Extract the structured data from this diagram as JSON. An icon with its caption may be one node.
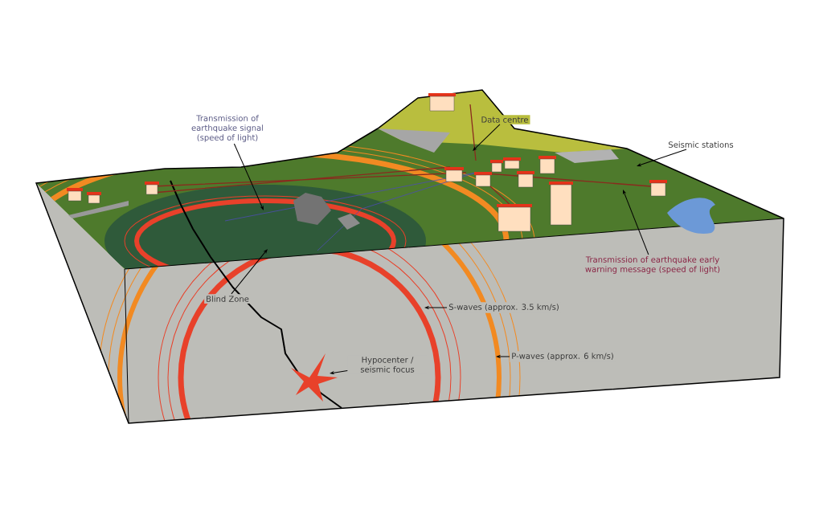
{
  "diagram": {
    "nodes": [
      {
        "text": [
          "Transmission of earthquake signal (speed of light)"
        ]
      },
      {
        "text": [
          "Data centre"
        ]
      },
      {
        "text": [
          "Seismic stations"
        ]
      },
      {
        "text": [
          "Transmission of earthquake early warning message (speed of light)"
        ]
      },
      {
        "text": [
          "Blind Zone"
        ]
      },
      {
        "text": [
          "S-waves (approx. 3.5 km/s)"
        ]
      },
      {
        "text": [
          "Hypocenter / seismic focus"
        ]
      },
      {
        "text": [
          "P-waves (approx. 6 km/s)"
        ]
      }
    ],
    "edges": [
      {
        "from": 0,
        "to": null,
        "arrow": "to"
      },
      {
        "from": 1,
        "to": null,
        "arrow": "to"
      },
      {
        "from": 2,
        "to": null,
        "arrow": "to"
      },
      {
        "from": 3,
        "to": null,
        "arrow": "to"
      },
      {
        "from": 4,
        "to": null,
        "arrow": "to"
      },
      {
        "from": 5,
        "to": null,
        "arrow": "to"
      },
      {
        "from": 6,
        "to": null,
        "arrow": "to"
      },
      {
        "from": 7,
        "to": null,
        "arrow": "to"
      }
    ]
  }
}
